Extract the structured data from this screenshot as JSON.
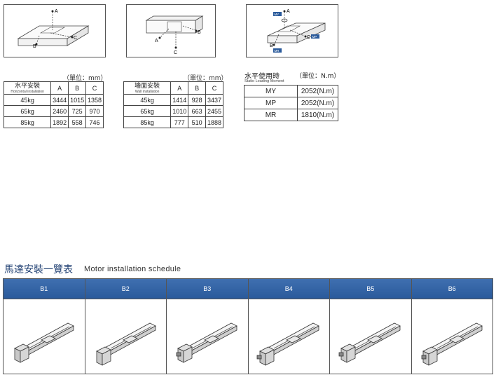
{
  "diagrams": {
    "horizontal": {
      "labels": [
        "A",
        "B",
        "C"
      ]
    },
    "wall": {
      "labels": [
        "A",
        "B",
        "C"
      ]
    },
    "moment": {
      "labels": [
        "A",
        "B",
        "C"
      ],
      "badges": [
        "MY",
        "MP",
        "MR"
      ]
    }
  },
  "horizontal_table": {
    "unit": "（單位：mm）",
    "title": "水平安裝",
    "subtitle": "Horizontal installation",
    "columns": [
      "A",
      "B",
      "C"
    ],
    "rows": [
      {
        "load": "45kg",
        "values": [
          "3444",
          "1015",
          "1358"
        ]
      },
      {
        "load": "65kg",
        "values": [
          "2460",
          "725",
          "970"
        ]
      },
      {
        "load": "85kg",
        "values": [
          "1892",
          "558",
          "746"
        ]
      }
    ]
  },
  "wall_table": {
    "unit": "（單位：mm）",
    "title": "墻面安裝",
    "subtitle": "Wall installation",
    "columns": [
      "A",
      "B",
      "C"
    ],
    "rows": [
      {
        "load": "45kg",
        "values": [
          "1414",
          "928",
          "3437"
        ]
      },
      {
        "load": "65kg",
        "values": [
          "1010",
          "663",
          "2455"
        ]
      },
      {
        "load": "85kg",
        "values": [
          "777",
          "510",
          "1888"
        ]
      }
    ]
  },
  "moment_table": {
    "title": "水平使用時",
    "subtitle": "Statio Loading Moment",
    "unit": "（單位：N.m）",
    "rows": [
      {
        "label": "MY",
        "value": "2052(N.m)"
      },
      {
        "label": "MP",
        "value": "2052(N.m)"
      },
      {
        "label": "MR",
        "value": "1810(N.m)"
      }
    ]
  },
  "motor_section": {
    "title": "馬達安裝一覽表",
    "subtitle": "Motor installation schedule",
    "items": [
      "B1",
      "B2",
      "B3",
      "B4",
      "B5",
      "B6"
    ]
  }
}
